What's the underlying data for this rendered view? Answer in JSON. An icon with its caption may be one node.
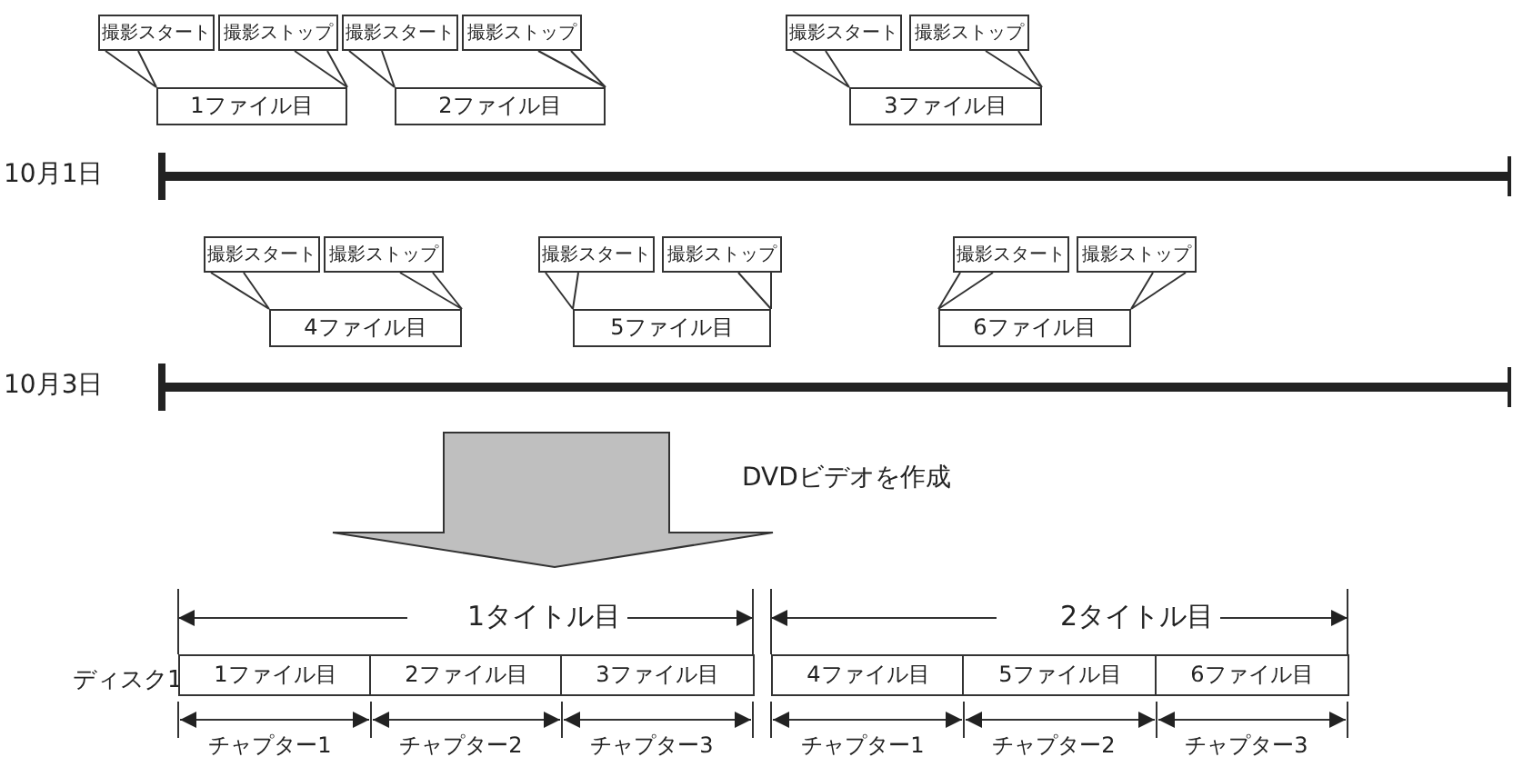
{
  "diagram": {
    "nodes": [
      {
        "text": [
          "撮影スタート"
        ]
      },
      {
        "text": [
          "撮影ストップ"
        ]
      },
      {
        "text": [
          "1ファイル目"
        ]
      },
      {
        "text": [
          "撮影スタート"
        ]
      },
      {
        "text": [
          "撮影ストップ"
        ]
      },
      {
        "text": [
          "2ファイル目"
        ]
      },
      {
        "text": [
          "撮影スタート"
        ]
      },
      {
        "text": [
          "撮影ストップ"
        ]
      },
      {
        "text": [
          "3ファイル目"
        ]
      },
      {
        "text": [
          "撮影スタート"
        ]
      },
      {
        "text": [
          "撮影ストップ"
        ]
      },
      {
        "text": [
          "4ファイル目"
        ]
      },
      {
        "text": [
          "撮影スタート"
        ]
      },
      {
        "text": [
          "撮影ストップ"
        ]
      },
      {
        "text": [
          "5ファイル目"
        ]
      },
      {
        "text": [
          "撮影スタート"
        ]
      },
      {
        "text": [
          "撮影ストップ"
        ]
      },
      {
        "text": [
          "6ファイル目"
        ]
      }
    ],
    "edges": [
      {
        "from": 0,
        "to": 2,
        "arrow": "none"
      },
      {
        "from": 1,
        "to": 2,
        "arrow": "none"
      },
      {
        "from": 3,
        "to": 5,
        "arrow": "none"
      },
      {
        "from": 4,
        "to": 5,
        "arrow": "none"
      },
      {
        "from": 6,
        "to": 8,
        "arrow": "none"
      },
      {
        "from": 7,
        "to": 8,
        "arrow": "none"
      },
      {
        "from": 9,
        "to": 11,
        "arrow": "none"
      },
      {
        "from": 10,
        "to": 11,
        "arrow": "none"
      },
      {
        "from": 12,
        "to": 14,
        "arrow": "none"
      },
      {
        "from": 13,
        "to": 14,
        "arrow": "none"
      },
      {
        "from": 15,
        "to": 17,
        "arrow": "none"
      },
      {
        "from": 16,
        "to": 17,
        "arrow": "none"
      }
    ],
    "labels": [
      "10月1日",
      "10月3日",
      "DVDビデオを作成",
      "1タイトル目",
      "2タイトル目",
      "ディスク1",
      "1ファイル目",
      "2ファイル目",
      "3ファイル目",
      "4ファイル目",
      "5ファイル目",
      "6ファイル目",
      "チャプター1",
      "チャプター2",
      "チャプター3",
      "チャプター1",
      "チャプター2",
      "チャプター3"
    ]
  }
}
